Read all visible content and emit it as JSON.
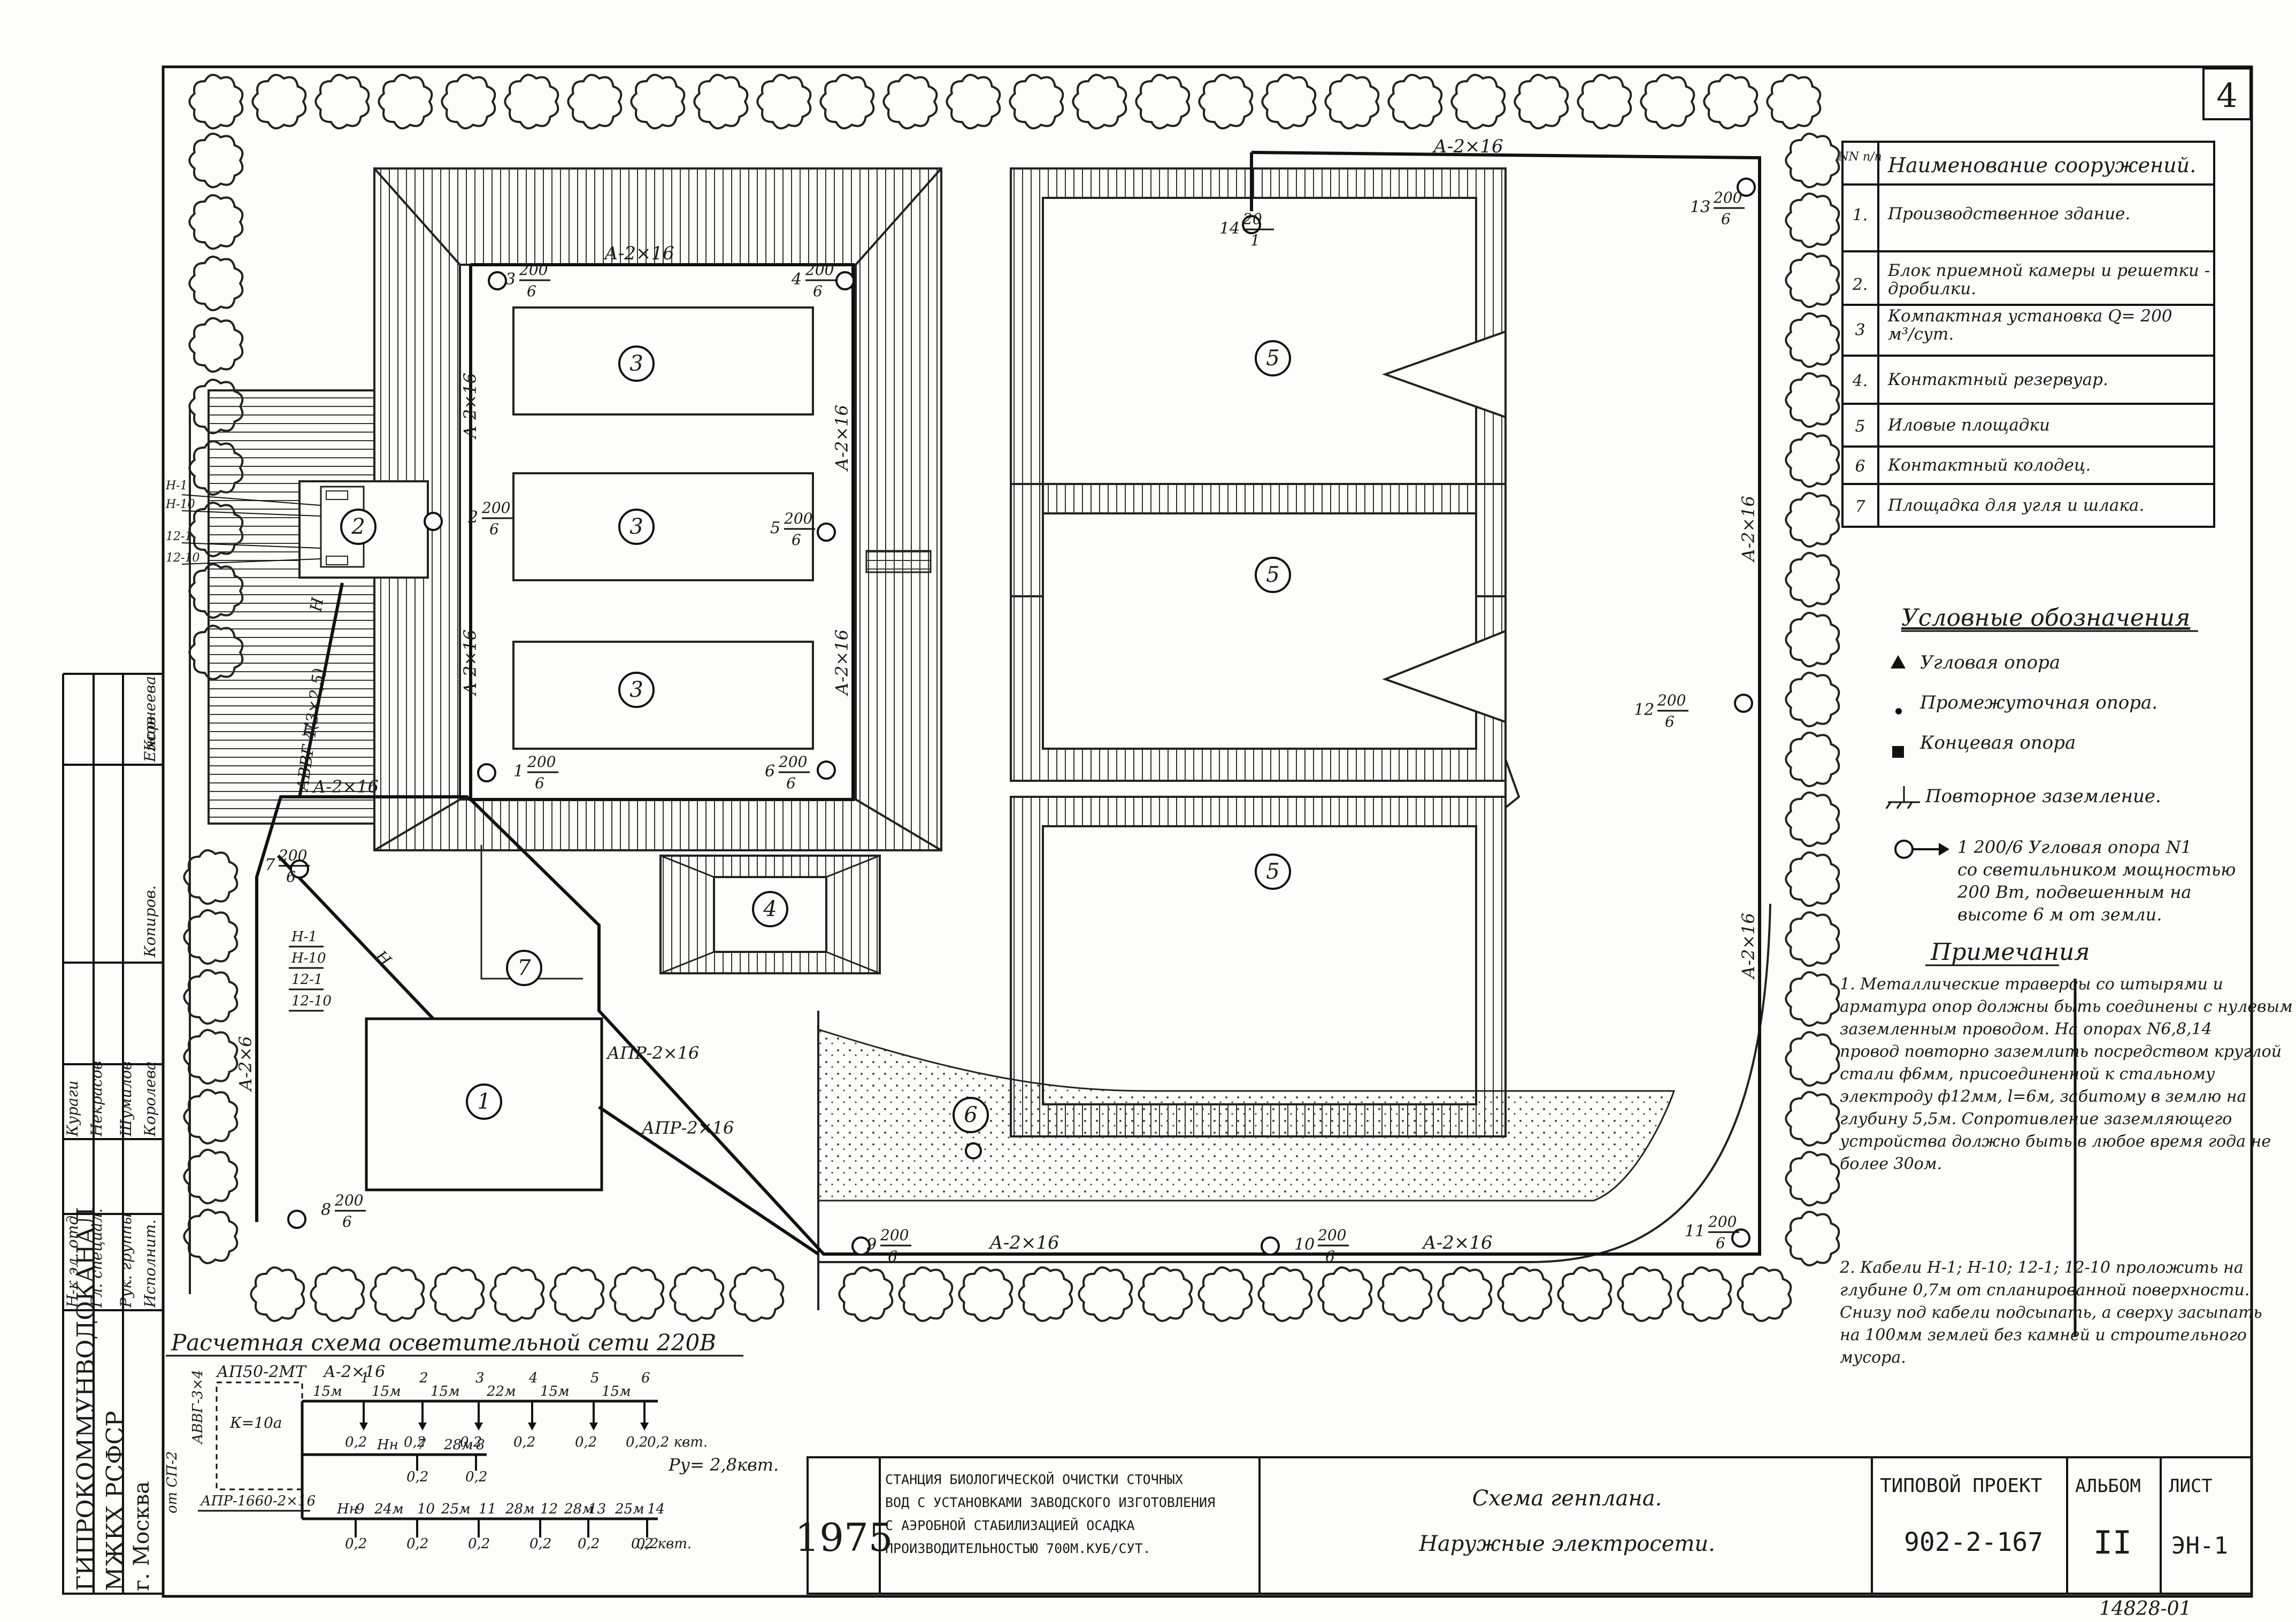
{
  "sheet": {
    "number": "4"
  },
  "legend_table": {
    "header": {
      "num": "NN п/п",
      "name": "Наименование сооружений."
    },
    "rows": [
      {
        "num": "1.",
        "name": "Производственное здание."
      },
      {
        "num": "2.",
        "name": "Блок приемной камеры и решетки - дробилки."
      },
      {
        "num": "3",
        "name": "Компактная установка Q= 200 м³/сут."
      },
      {
        "num": "4.",
        "name": "Контактный резервуар."
      },
      {
        "num": "5",
        "name": "Иловые площадки"
      },
      {
        "num": "6",
        "name": "Контактный колодец."
      },
      {
        "num": "7",
        "name": "Площадка для угля и шлака."
      }
    ]
  },
  "symbols": {
    "title": "Условные обозначения",
    "items": [
      {
        "label": "Угловая опора"
      },
      {
        "label": "Промежуточная опора."
      },
      {
        "label": "Концевая опора"
      },
      {
        "label": "Повторное заземление."
      },
      {
        "label": "1 200/6 Угловая опора N1 со светильником мощностью 200 Вт, подвешенным на высоте 6 м от земли."
      }
    ]
  },
  "notes": {
    "title": "Примечания",
    "items": [
      "1. Металлические траверсы со штырями и арматура опор должны быть соединены с нулевым заземленным проводом. На опорах N6,8,14 провод повторно заземлить посредством круглой стали ф6мм, присоединенной к стальному электроду ф12мм, l=6м, забитому в землю на глубину 5,5м. Сопротивление заземляющего устройства должно быть в любое время года не более 30ом.",
      "2. Кабели Н-1; Н-10; 12-1; 12-10 проложить на глубине 0,7м от спланированной поверхности. Снизу под кабели подсыпать, а сверху засыпать на 100мм землей без камней и строительного мусора."
    ]
  },
  "plan": {
    "buildings": [
      "1",
      "2",
      "3",
      "3",
      "3",
      "4",
      "5",
      "5",
      "5",
      "6",
      "7"
    ],
    "wire_labels": {
      "a2x16": "А-2×16",
      "a2x6": "А-2×6",
      "app1": "АПР-2×16",
      "app2": "АПР-2×16",
      "avvg": "АВВГ-4(3×2,5)",
      "n": "Н",
      "cables": [
        "Н-1",
        "Н-10",
        "12-1",
        "12-10"
      ],
      "left_cables": [
        "Н-1",
        "Н-10",
        "12-1",
        "12-10"
      ]
    },
    "poles": [
      {
        "num": "1",
        "power": "200",
        "h": "6"
      },
      {
        "num": "2",
        "power": "200",
        "h": "6"
      },
      {
        "num": "3",
        "power": "200",
        "h": "6"
      },
      {
        "num": "4",
        "power": "200",
        "h": "6"
      },
      {
        "num": "5",
        "power": "200",
        "h": "6"
      },
      {
        "num": "6",
        "power": "200",
        "h": "6"
      },
      {
        "num": "7",
        "power": "200",
        "h": "6"
      },
      {
        "num": "8",
        "power": "200",
        "h": "6"
      },
      {
        "num": "9",
        "power": "200",
        "h": "6"
      },
      {
        "num": "10",
        "power": "200",
        "h": "6"
      },
      {
        "num": "11",
        "power": "200",
        "h": "6"
      },
      {
        "num": "12",
        "power": "200",
        "h": "6"
      },
      {
        "num": "13",
        "power": "200",
        "h": "6"
      },
      {
        "num": "14",
        "power": "20",
        "h": "1"
      }
    ]
  },
  "calc_scheme": {
    "title": "Расчетная схема осветительной сети 220В",
    "panel1": "АП50-2МТ",
    "k": "К=10а",
    "panel2": "АПР-1660-2×16",
    "from": "от СП-2",
    "avvg": "АВВГ-3×4",
    "top_wire": "А-2×16",
    "row1_spans": [
      "15м",
      "15м",
      "15м",
      "22м",
      "15м",
      "15м"
    ],
    "row1_nodes": [
      "1",
      "2",
      "3",
      "4",
      "5",
      "6"
    ],
    "row2": [
      "Нн",
      "7",
      "28м",
      "8"
    ],
    "row3": [
      "Нн",
      "9",
      "24м",
      "10",
      "25м",
      "11",
      "28м",
      "12",
      "28м",
      "13",
      "25м",
      "14"
    ],
    "load": "0,2",
    "unit": "0,2 квт.",
    "pu": "Ру= 2,8квт."
  },
  "left_stamp": {
    "org_lines": [
      "ГИПРОКОММУНВОДОКАНАЛ",
      "МЖКХ РСФСР",
      "г. Москва"
    ],
    "roles": [
      "Н-к эл. отд.",
      "Гл. специал.",
      "Рук. группы",
      "Исполнит."
    ],
    "names": [
      "Кураги",
      "Некрасов",
      "Шумилов",
      "Королева"
    ],
    "extra": [
      "Копиров.",
      "Ежов",
      "Корнеева"
    ]
  },
  "title_block": {
    "year": "1975",
    "station": "СТАНЦИЯ БИОЛОГИЧЕСКОЙ ОЧИСТКИ СТОЧНЫХ ВОД С УСТАНОВКАМИ ЗАВОДСКОГО ИЗГОТОВЛЕНИЯ С АЭРОБНОЙ СТАБИЛИЗАЦИЕЙ ОСАДКА ПРОИЗВОДИТЕЛЬНОСТЬЮ 700М.КУБ/СУТ.",
    "station_lines": [
      "СТАНЦИЯ БИОЛОГИЧЕСКОЙ ОЧИСТКИ СТОЧНЫХ",
      "ВОД С УСТАНОВКАМИ ЗАВОДСКОГО ИЗГОТОВЛЕНИЯ",
      "С АЭРОБНОЙ СТАБИЛИЗАЦИЕЙ ОСАДКА",
      "ПРОИЗВОДИТЕЛЬНОСТЬЮ 700М.КУБ/СУТ."
    ],
    "drawing_title": [
      "Схема генплана.",
      "Наружные электросети."
    ],
    "project_label": "ТИПОВОЙ ПРОЕКТ",
    "project_num": "902-2-167",
    "album_label": "АЛЬБОМ",
    "album_num": "II",
    "sheet_label": "ЛИСТ",
    "sheet_num": "ЭН-1",
    "archive": "14828-01"
  }
}
